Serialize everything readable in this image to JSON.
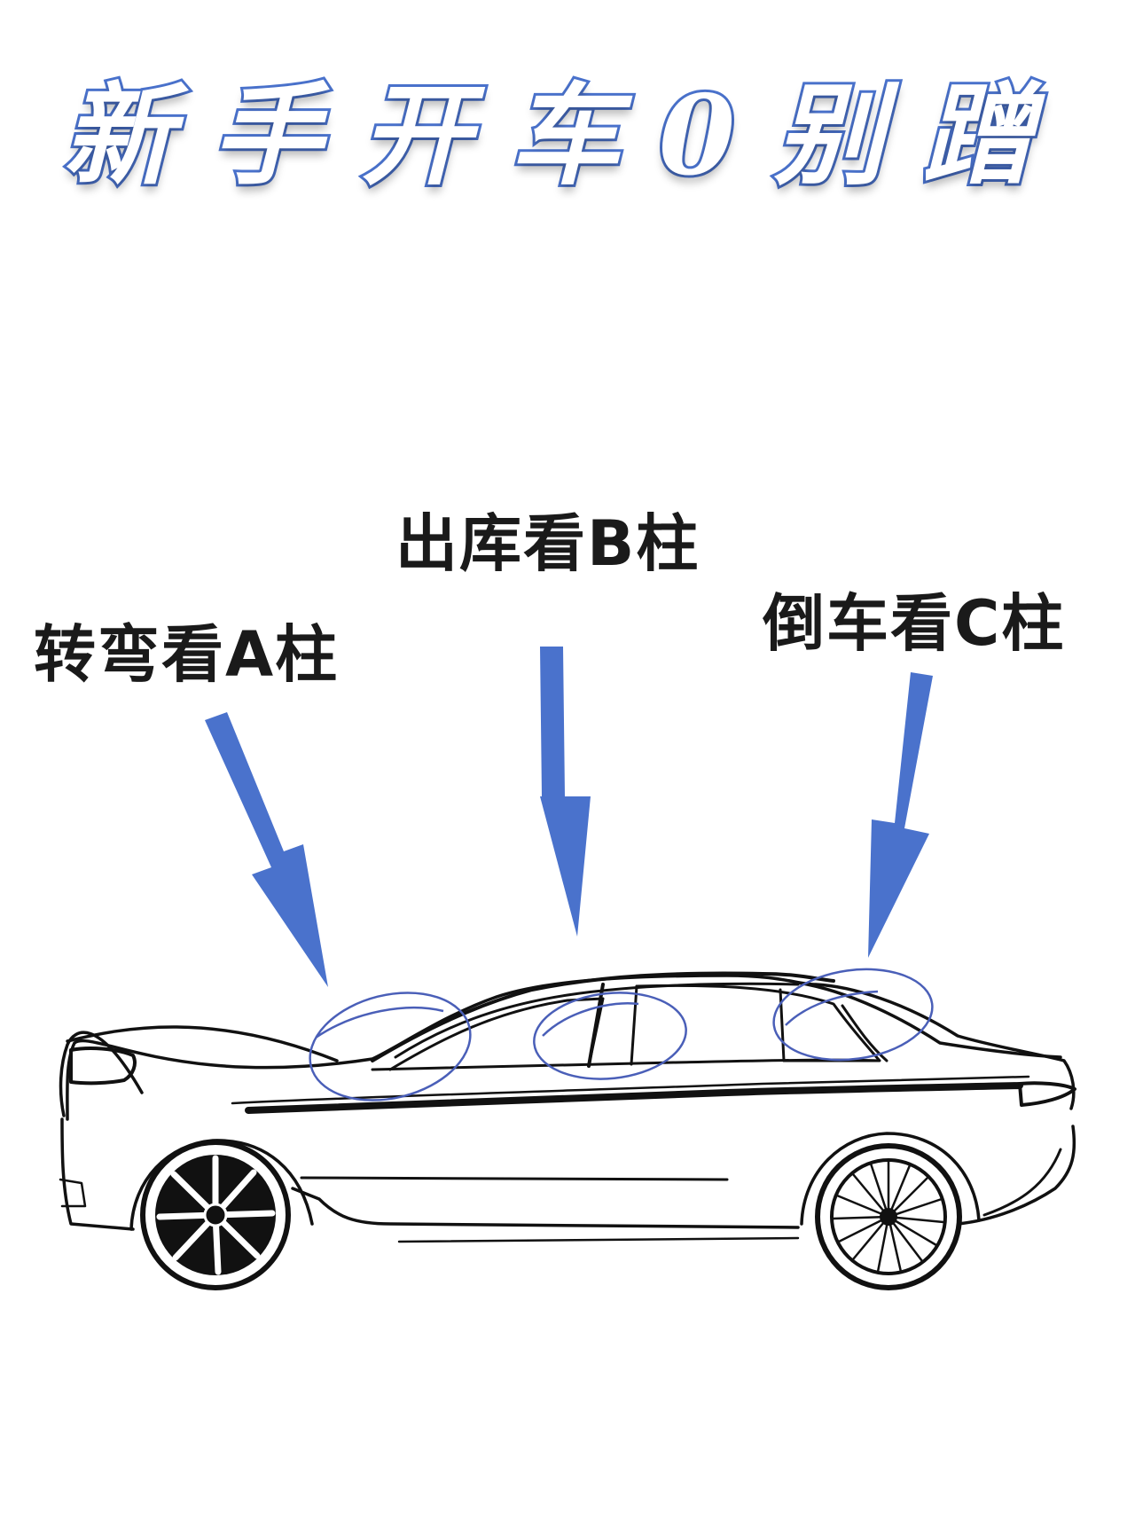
{
  "title": "新手开车0别蹭",
  "labels": {
    "a_pillar": "转弯看A柱",
    "b_pillar": "出库看B柱",
    "c_pillar": "倒车看C柱"
  },
  "colors": {
    "accent": "#4a72cc",
    "text": "#1a1a1a",
    "line": "#111111",
    "background": "#ffffff"
  },
  "icons": {
    "arrow": "down-arrow-icon",
    "car": "sedan-outline-icon"
  }
}
